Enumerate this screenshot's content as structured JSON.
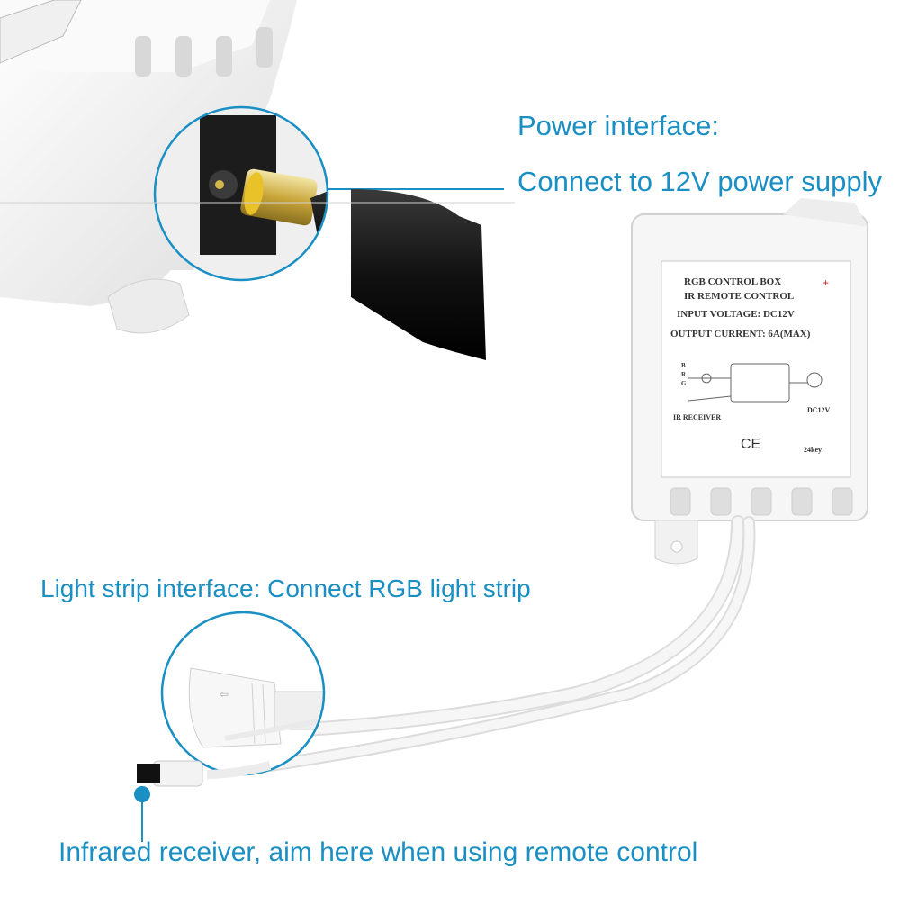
{
  "callouts": {
    "power_title": "Power interface:",
    "power_desc": "Connect to 12V power supply",
    "light_strip": "Light strip interface: Connect RGB light strip",
    "ir_receiver": "Infrared receiver, aim here when using remote control"
  },
  "device_label": {
    "line1": "RGB CONTROL BOX",
    "line2": "IR REMOTE  CONTROL",
    "line3": "INPUT VOLTAGE: DC12V",
    "line4": "OUTPUT CURRENT: 6A(MAX)",
    "ir_receiver": "IR RECEIVER",
    "dc12v": "DC12V",
    "ce_mark": "CE",
    "model": "24key",
    "pins": [
      "B",
      "R",
      "G"
    ]
  },
  "colors": {
    "accent": "#1a8fc4",
    "body_white": "#f4f4f4",
    "connector_yellow": "#e8c228",
    "label_red_cross": "#d22020"
  }
}
